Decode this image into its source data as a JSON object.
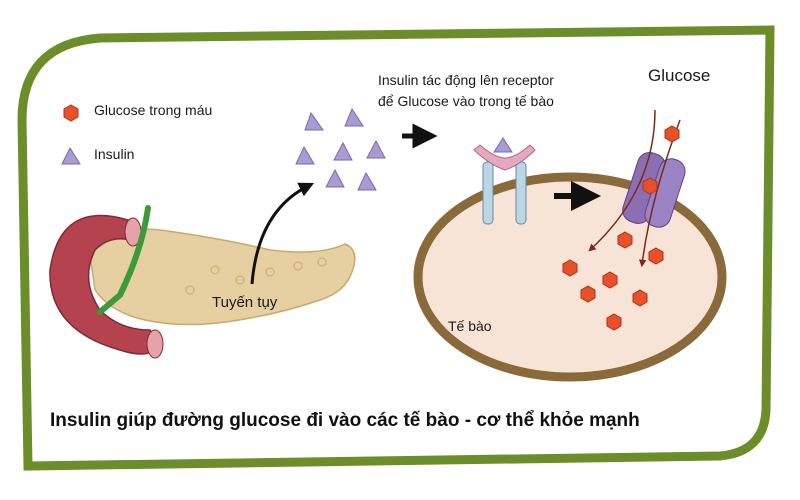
{
  "legend": {
    "glucose_label": "Glucose trong máu",
    "insulin_label": "Insulin"
  },
  "labels": {
    "insulin_action_line1": "Insulin tác động lên receptor",
    "insulin_action_line2": "để Glucose vào trong tế bào",
    "glucose": "Glucose",
    "pancreas": "Tuyến tụy",
    "cell": "Tế bào"
  },
  "caption": "Insulin giúp đường glucose đi vào các tế bào - cơ thể khỏe mạnh",
  "colors": {
    "frame_green": "#6b8e2a",
    "glucose_red": "#e8502a",
    "insulin_purple": "#a99bd4",
    "cell_fill": "#f8e4d6",
    "cell_border": "#8a6a3a",
    "pancreas_tan": "#e6cfa0",
    "duodenum_red": "#b5434f",
    "duct_green": "#3d9a3a",
    "channel_purple": "#8a6fb3",
    "receptor_blue": "#bcd6e6",
    "receptor_pink": "#e6a8c0"
  },
  "icons": [
    "glucose-hexagon-icon",
    "insulin-triangle-icon",
    "arrow-icon"
  ]
}
